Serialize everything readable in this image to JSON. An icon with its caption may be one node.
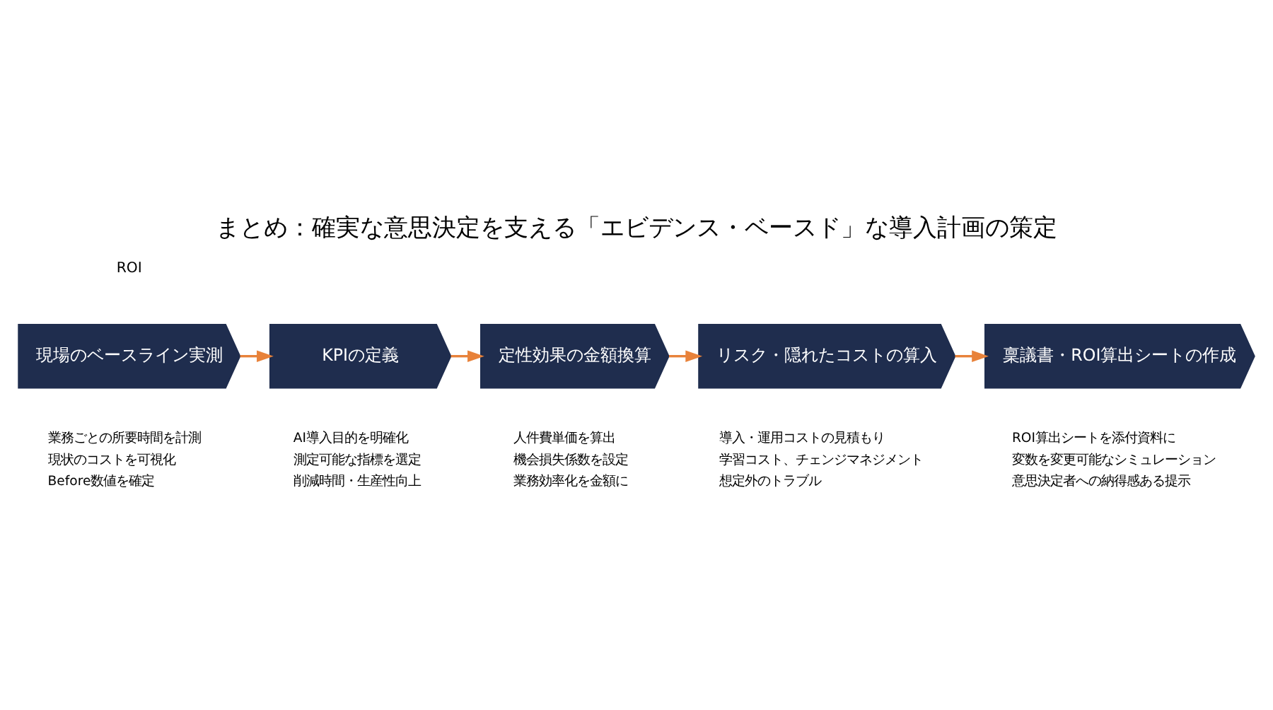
{
  "diagram": {
    "title": "まとめ：確実な意思決定を支える「エビデンス・ベースド」な導入計画の策定",
    "nodes": [
      {
        "text": [
          "現場のベースライン実測"
        ],
        "beside": [
          "業務ごとの所要時間を計測",
          "現状のコストを可視化",
          "Before数値を確定"
        ]
      },
      {
        "text": [
          "KPIの定義"
        ],
        "beside": [
          "AI導入目的を明確化",
          "測定可能な指標を選定",
          "削減時間・生産性向上"
        ]
      },
      {
        "text": [
          "定性効果の金額換算"
        ],
        "beside": [
          "人件費単価を算出",
          "機会損失係数を設定",
          "業務効率化を金額に"
        ]
      },
      {
        "text": [
          "リスク・隠れたコストの算入"
        ],
        "beside": [
          "導入・運用コストの見積もり",
          "学習コスト、チェンジマネジメント",
          "想定外のトラブル"
        ]
      },
      {
        "text": [
          "稟議書・ROI算出シートの作成"
        ],
        "beside": [
          "ROI算出シートを添付資料に",
          "変数を変更可能なシミュレーション",
          "意思決定者への納得感ある提示"
        ]
      }
    ],
    "edges": [
      {
        "from": 0,
        "to": 1,
        "arrow": "to",
        "color": "#e8823a"
      },
      {
        "from": 1,
        "to": 2,
        "arrow": "to",
        "color": "#e8823a"
      },
      {
        "from": 2,
        "to": 3,
        "arrow": "to",
        "color": "#e8823a"
      },
      {
        "from": 3,
        "to": 4,
        "arrow": "to",
        "color": "#e8823a"
      }
    ],
    "labels": [
      "ROI"
    ]
  }
}
